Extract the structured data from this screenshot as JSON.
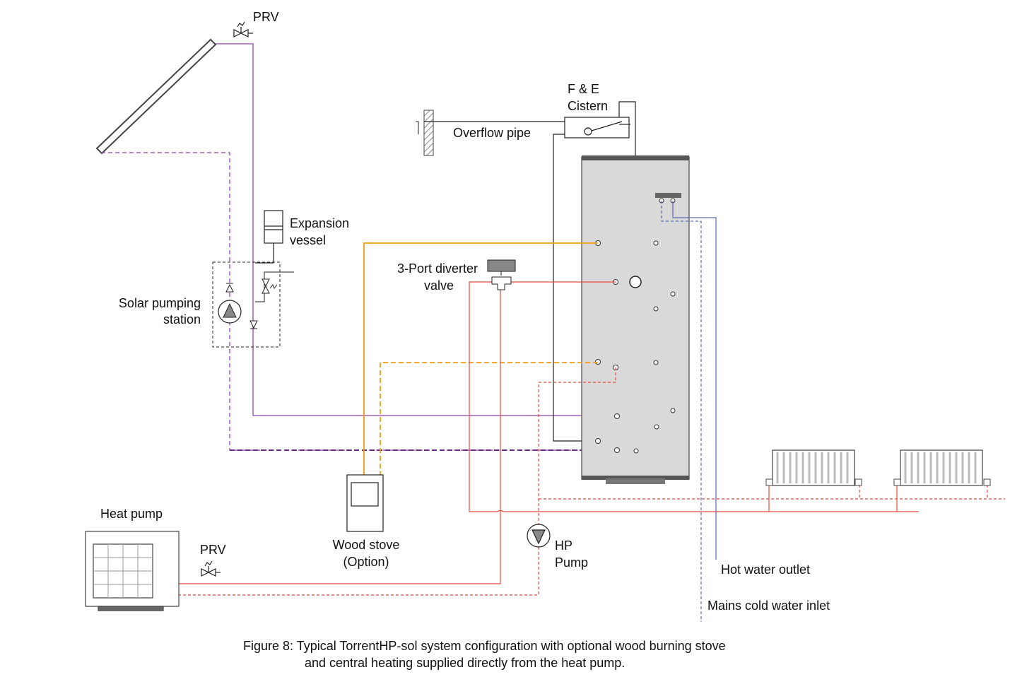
{
  "labels": {
    "prv_top": "PRV",
    "fe_line1": "F & E",
    "fe_line2": "Cistern",
    "overflow": "Overflow pipe",
    "expansion_line1": "Expansion",
    "expansion_line2": "vessel",
    "diverter_line1": "3-Port diverter",
    "diverter_line2": "valve",
    "solar_line1": "Solar pumping",
    "solar_line2": "station",
    "heat_pump": "Heat pump",
    "prv_bottom": "PRV",
    "wood_line1": "Wood stove",
    "wood_line2": "(Option)",
    "hp_pump_line1": "HP",
    "hp_pump_line2": "Pump",
    "hot_water": "Hot water outlet",
    "mains_cold": "Mains cold water inlet"
  },
  "caption": {
    "line1": "Figure 8:  Typical TorrentHP-sol system configuration with optional wood burning stove",
    "line2": "and central heating supplied directly from the heat pump."
  },
  "colors": {
    "solar": "#8e44ad",
    "stove": "#f39c12",
    "heating": "#e74c3c",
    "cold": "#5b6bb5",
    "black": "#222222",
    "cylinder": "#d9d9d9"
  }
}
